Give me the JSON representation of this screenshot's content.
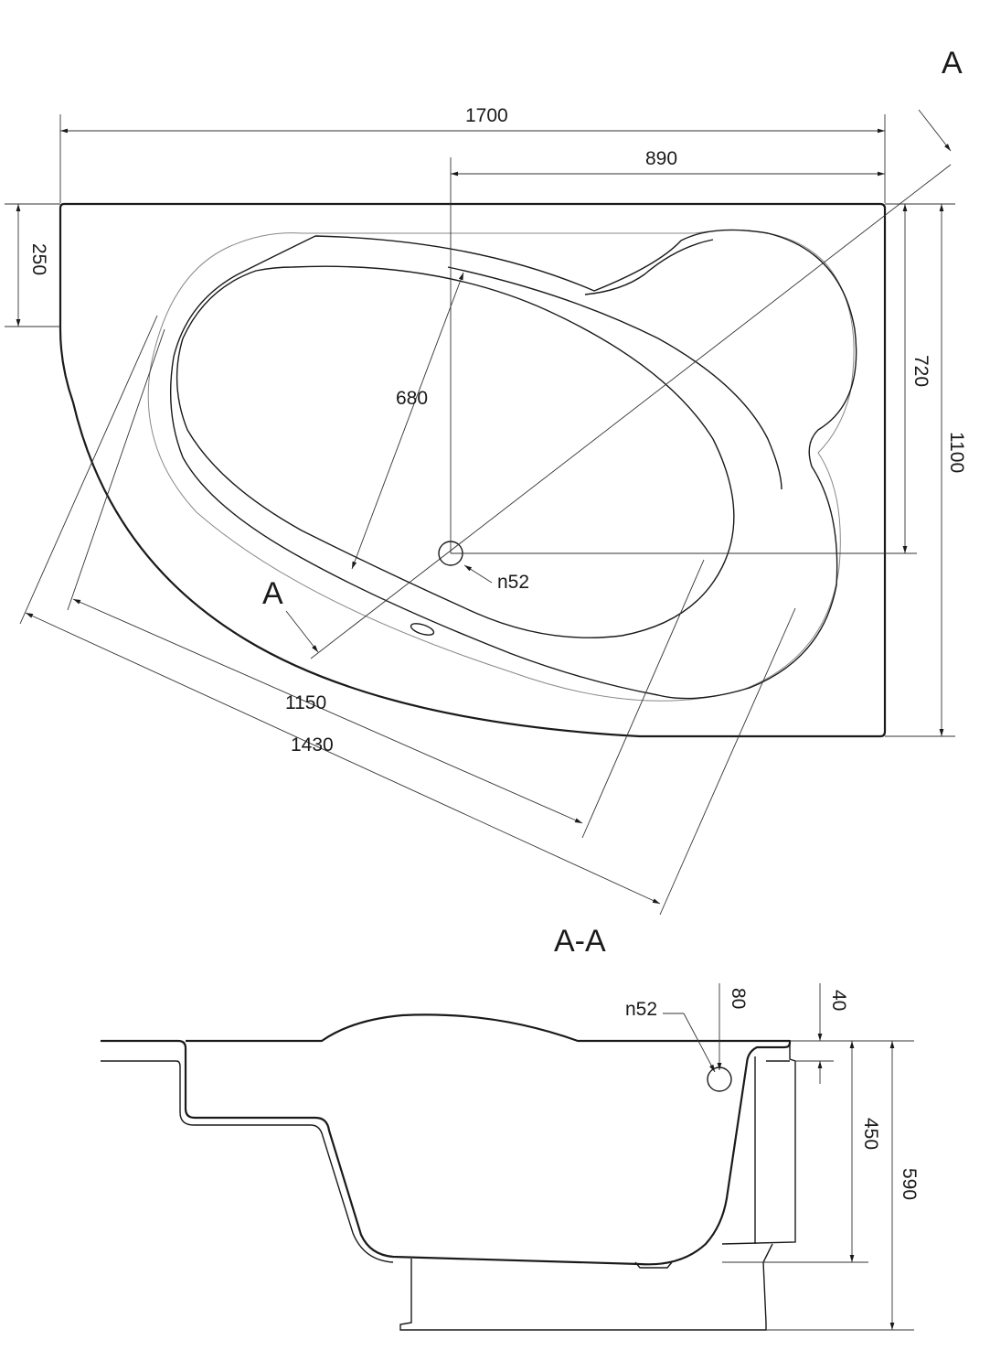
{
  "section_marks": {
    "top_right": "A",
    "on_plan": "A",
    "section_title": "A-A"
  },
  "plan_dimensions": {
    "total_length": "1700",
    "center_to_right": "890",
    "left_short_side": "250",
    "right_inner_depth": "720",
    "total_width": "1100",
    "basin_inner": "680",
    "diagonal_inner": "1150",
    "diagonal_outer": "1430",
    "drain": "n52"
  },
  "section_dimensions": {
    "overflow": "n52",
    "overflow_depth": "80",
    "rim_height": "40",
    "basin_depth": "450",
    "total_height": "590"
  }
}
